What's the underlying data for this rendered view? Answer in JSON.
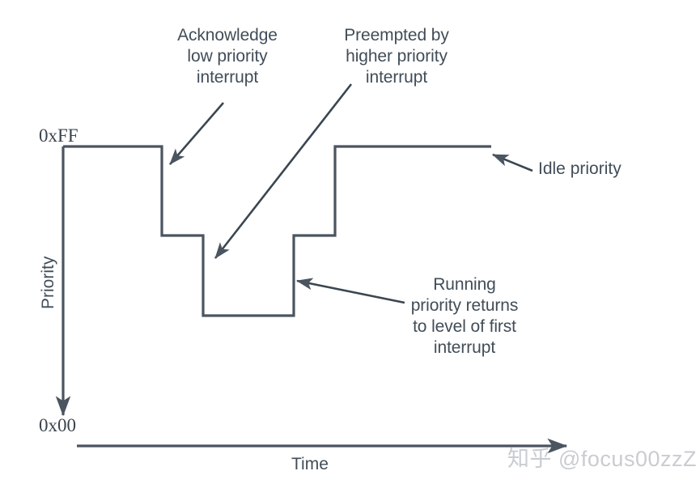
{
  "diagram": {
    "title_shown": false,
    "colors": {
      "stroke": "#4a5560",
      "text": "#414d58",
      "axis_text": "#39434d",
      "background": "#ffffff",
      "watermark": "#c9ccd1"
    },
    "y_axis": {
      "name": "Priority",
      "top_label": "0xFF",
      "bottom_label": "0x00",
      "direction": "down-arrow"
    },
    "x_axis": {
      "name": "Time",
      "direction": "right-arrow"
    },
    "annotations": [
      {
        "id": "acknowledge",
        "text": "Acknowledge\nlow priority\ninterrupt",
        "arrow": "points down-left to first falling edge"
      },
      {
        "id": "preempted",
        "text": "Preempted by\nhigher priority\ninterrupt",
        "arrow": "points down-left to second falling edge"
      },
      {
        "id": "idle",
        "text": "Idle priority",
        "arrow": "points left to final high plateau"
      },
      {
        "id": "running",
        "text": "Running\npriority returns\nto level of first\ninterrupt",
        "arrow": "points left to rising edge out of lowest level"
      }
    ],
    "watermark": "知乎 @focus00zzZ"
  },
  "chart_data": {
    "type": "line",
    "title": "",
    "xlabel": "Time",
    "ylabel": "Priority",
    "ylim": [
      "0x00",
      "0xFF"
    ],
    "y_tick_labels": [
      "0xFF",
      "0x00"
    ],
    "grid": false,
    "legend": "none",
    "note": "Step waveform of running priority over time; y axis is inverted (0xFF at top, arrow points down).",
    "levels": {
      "idle_0xFF": 181,
      "low_priority_interrupt": 291,
      "high_priority_interrupt": 390
    },
    "steps": [
      {
        "x": 78,
        "y": 181,
        "level": "idle_0xFF"
      },
      {
        "x": 200,
        "y": 181,
        "level": "idle_0xFF"
      },
      {
        "x": 200,
        "y": 291,
        "level": "low_priority_interrupt"
      },
      {
        "x": 251,
        "y": 291,
        "level": "low_priority_interrupt"
      },
      {
        "x": 251,
        "y": 390,
        "level": "high_priority_interrupt"
      },
      {
        "x": 363,
        "y": 390,
        "level": "high_priority_interrupt"
      },
      {
        "x": 363,
        "y": 291,
        "level": "low_priority_interrupt"
      },
      {
        "x": 414,
        "y": 291,
        "level": "low_priority_interrupt"
      },
      {
        "x": 414,
        "y": 181,
        "level": "idle_0xFF"
      },
      {
        "x": 607,
        "y": 181,
        "level": "idle_0xFF"
      }
    ]
  }
}
